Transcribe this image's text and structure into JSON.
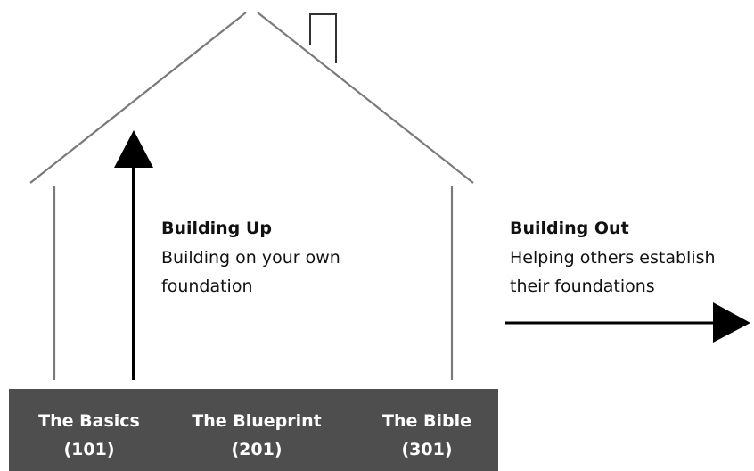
{
  "building_up": {
    "heading": "Building Up",
    "description_line1": "Building on your own",
    "description_line2": "foundation"
  },
  "building_out": {
    "heading": "Building Out",
    "description_line1": "Helping others establish",
    "description_line2": "their foundations"
  },
  "foundation": {
    "courses": [
      {
        "name": "The Basics",
        "code": "(101)"
      },
      {
        "name": "The Blueprint",
        "code": "(201)"
      },
      {
        "name": "The Bible",
        "code": "(301)"
      }
    ]
  },
  "colors": {
    "outline": "#7a7a7a",
    "arrow": "#000000",
    "foundation_bar": "#4e4e4e",
    "foundation_text": "#ffffff"
  }
}
